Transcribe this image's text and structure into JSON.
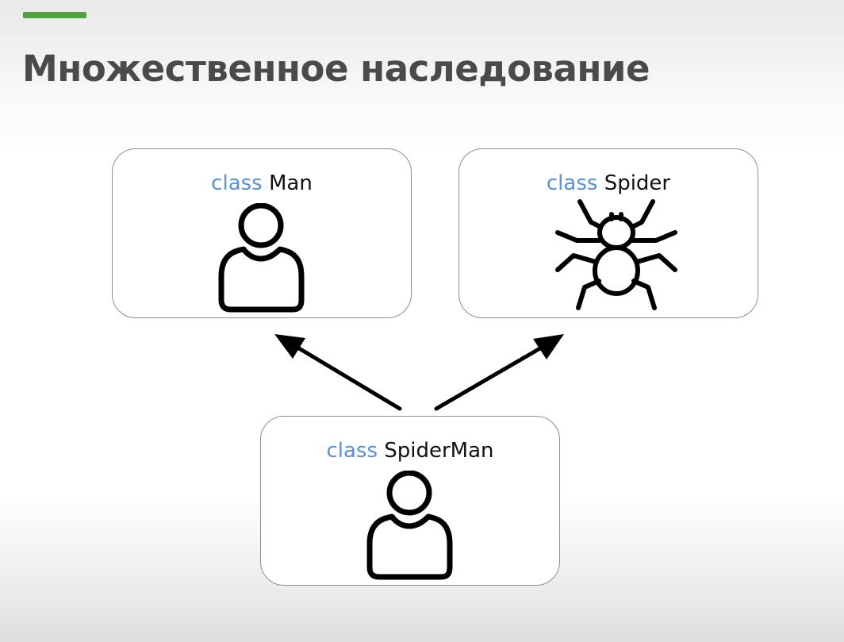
{
  "slide": {
    "title": "Множественное наследование",
    "accent_color": "#4ca43c",
    "keyword_color": "#5b8fd6"
  },
  "classes": [
    {
      "id": "man",
      "keyword": "class",
      "name": "Man",
      "icon": "person-icon"
    },
    {
      "id": "spider",
      "keyword": "class",
      "name": "Spider",
      "icon": "spider-icon"
    },
    {
      "id": "spiderman",
      "keyword": "class",
      "name": "SpiderMan",
      "icon": "person-icon"
    }
  ],
  "relations": [
    {
      "from": "spiderman",
      "to": "man",
      "type": "inherits"
    },
    {
      "from": "spiderman",
      "to": "spider",
      "type": "inherits"
    }
  ]
}
